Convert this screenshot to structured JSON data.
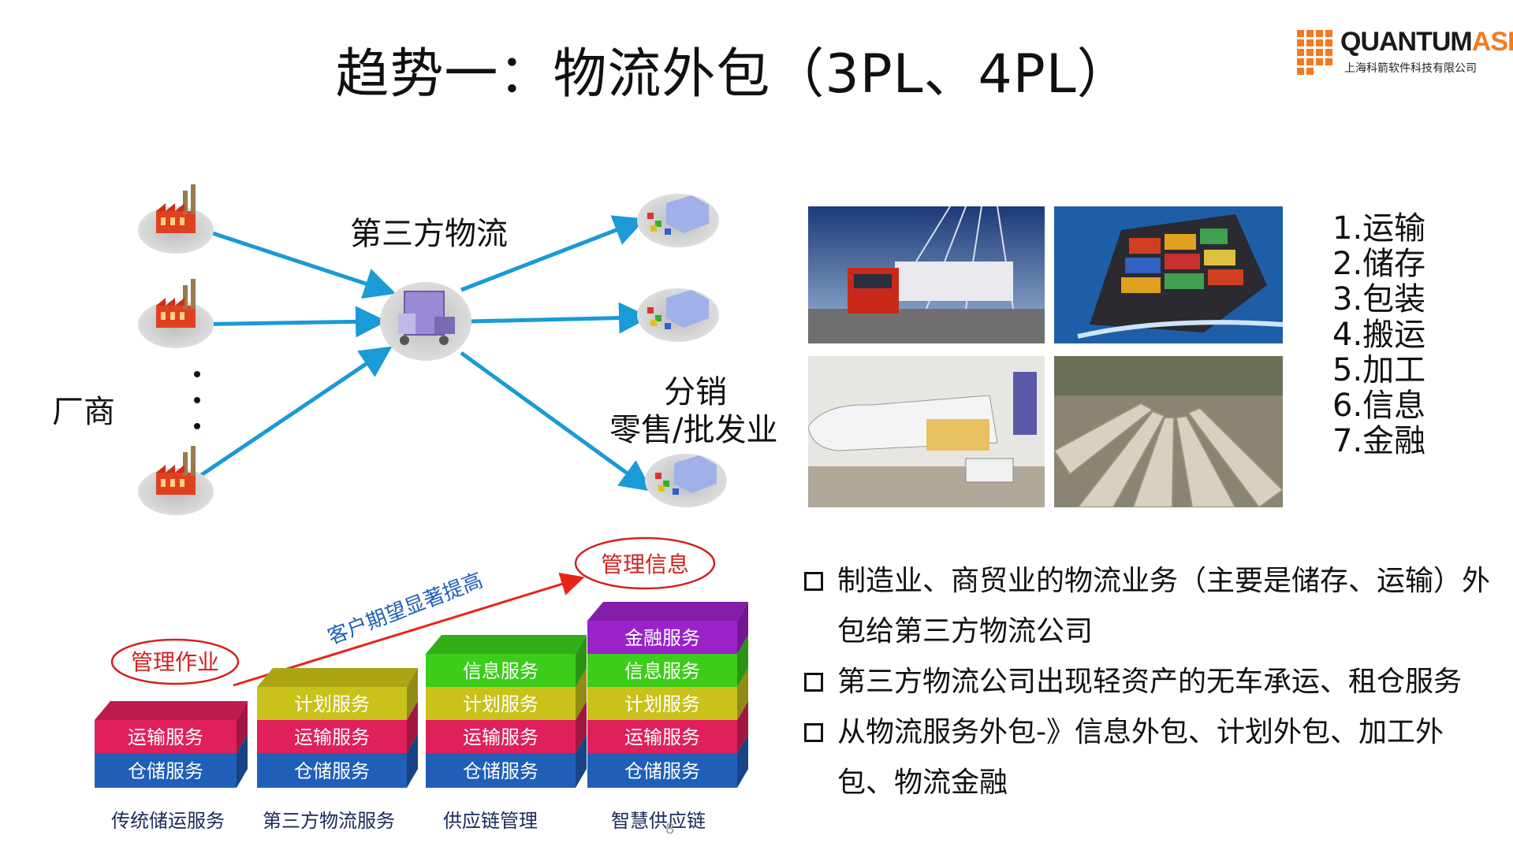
{
  "title": "趋势一：物流外包（3PL、4PL）",
  "logo": {
    "brand_quantum": "QUANTUM",
    "brand_asia": "ASIA",
    "company": "上海科箭软件科技有限公司"
  },
  "diagram": {
    "center_label": "第三方物流",
    "left_label": "厂商",
    "right_label_line1": "分销",
    "right_label_line2": "零售/批发业"
  },
  "services_list": [
    "1.运输",
    "2.储存",
    "3.包装",
    "4.搬运",
    "5.加工",
    "6.信息",
    "7.金融"
  ],
  "bullets": [
    "制造业、商贸业的物流业务（主要是储存、运输）外包给第三方物流公司",
    "第三方物流公司出现轻资产的无车承运、租仓服务",
    "从物流服务外包-》信息外包、计划外包、加工外包、物流金融"
  ],
  "stack": {
    "trend_label": "客户期望显著提高",
    "oval_left": "管理作业",
    "oval_right": "管理信息",
    "columns": [
      {
        "caption": "传统储运服务",
        "layers": [
          "运输服务",
          "仓储服务"
        ]
      },
      {
        "caption": "第三方物流服务",
        "layers": [
          "计划服务",
          "运输服务",
          "仓储服务"
        ]
      },
      {
        "caption": "供应链管理",
        "layers": [
          "信息服务",
          "计划服务",
          "运输服务",
          "仓储服务"
        ]
      },
      {
        "caption": "智慧供应链",
        "layers": [
          "金融服务",
          "信息服务",
          "计划服务",
          "运输服务",
          "仓储服务"
        ]
      }
    ]
  },
  "page_number": "8",
  "colors": {
    "arrow_blue": "#1a9ad6",
    "storage_blue": "#1f5fb8",
    "transport_red": "#e0205a",
    "plan_olive": "#c9c21a",
    "info_green": "#3ccc1a",
    "finance_purple": "#9a22c8",
    "trend_red": "#e8231a",
    "oval_red": "#d42020",
    "logo_orange": "#f47a20"
  }
}
